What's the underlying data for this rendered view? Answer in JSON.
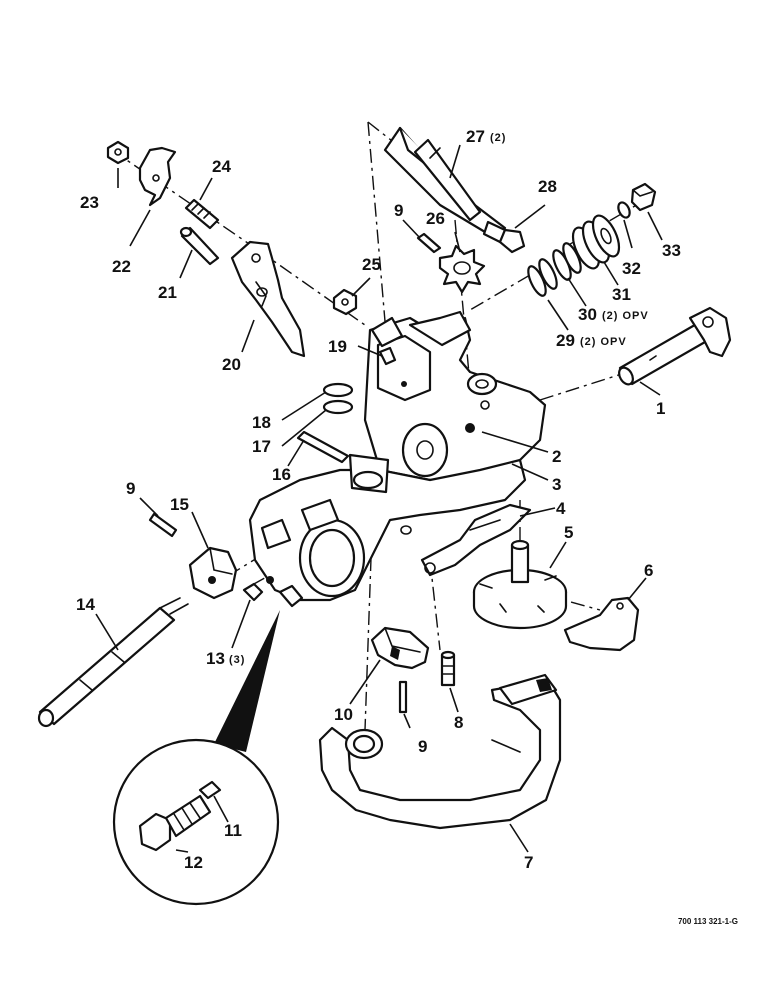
{
  "diagram": {
    "figure_reference": "700 113 321-1-G",
    "callouts": [
      {
        "id": "c1",
        "number": "1",
        "qualifier": ""
      },
      {
        "id": "c2",
        "number": "2",
        "qualifier": ""
      },
      {
        "id": "c3",
        "number": "3",
        "qualifier": ""
      },
      {
        "id": "c4",
        "number": "4",
        "qualifier": ""
      },
      {
        "id": "c5",
        "number": "5",
        "qualifier": ""
      },
      {
        "id": "c6",
        "number": "6",
        "qualifier": ""
      },
      {
        "id": "c7",
        "number": "7",
        "qualifier": ""
      },
      {
        "id": "c8",
        "number": "8",
        "qualifier": ""
      },
      {
        "id": "c9a",
        "number": "9",
        "qualifier": ""
      },
      {
        "id": "c9b",
        "number": "9",
        "qualifier": ""
      },
      {
        "id": "c9c",
        "number": "9",
        "qualifier": ""
      },
      {
        "id": "c10",
        "number": "10",
        "qualifier": ""
      },
      {
        "id": "c11",
        "number": "11",
        "qualifier": ""
      },
      {
        "id": "c12",
        "number": "12",
        "qualifier": ""
      },
      {
        "id": "c13",
        "number": "13",
        "qualifier": "(3)"
      },
      {
        "id": "c14",
        "number": "14",
        "qualifier": ""
      },
      {
        "id": "c15",
        "number": "15",
        "qualifier": ""
      },
      {
        "id": "c16",
        "number": "16",
        "qualifier": ""
      },
      {
        "id": "c17",
        "number": "17",
        "qualifier": ""
      },
      {
        "id": "c18",
        "number": "18",
        "qualifier": ""
      },
      {
        "id": "c19",
        "number": "19",
        "qualifier": ""
      },
      {
        "id": "c20",
        "number": "20",
        "qualifier": ""
      },
      {
        "id": "c21",
        "number": "21",
        "qualifier": ""
      },
      {
        "id": "c22",
        "number": "22",
        "qualifier": ""
      },
      {
        "id": "c23",
        "number": "23",
        "qualifier": ""
      },
      {
        "id": "c24",
        "number": "24",
        "qualifier": ""
      },
      {
        "id": "c25",
        "number": "25",
        "qualifier": ""
      },
      {
        "id": "c26",
        "number": "26",
        "qualifier": ""
      },
      {
        "id": "c27",
        "number": "27",
        "qualifier": "(2)"
      },
      {
        "id": "c28",
        "number": "28",
        "qualifier": ""
      },
      {
        "id": "c29",
        "number": "29",
        "qualifier": "(2) OPV"
      },
      {
        "id": "c30",
        "number": "30",
        "qualifier": "(2) OPV"
      },
      {
        "id": "c31",
        "number": "31",
        "qualifier": ""
      },
      {
        "id": "c32",
        "number": "32",
        "qualifier": ""
      },
      {
        "id": "c33",
        "number": "33",
        "qualifier": ""
      }
    ]
  }
}
